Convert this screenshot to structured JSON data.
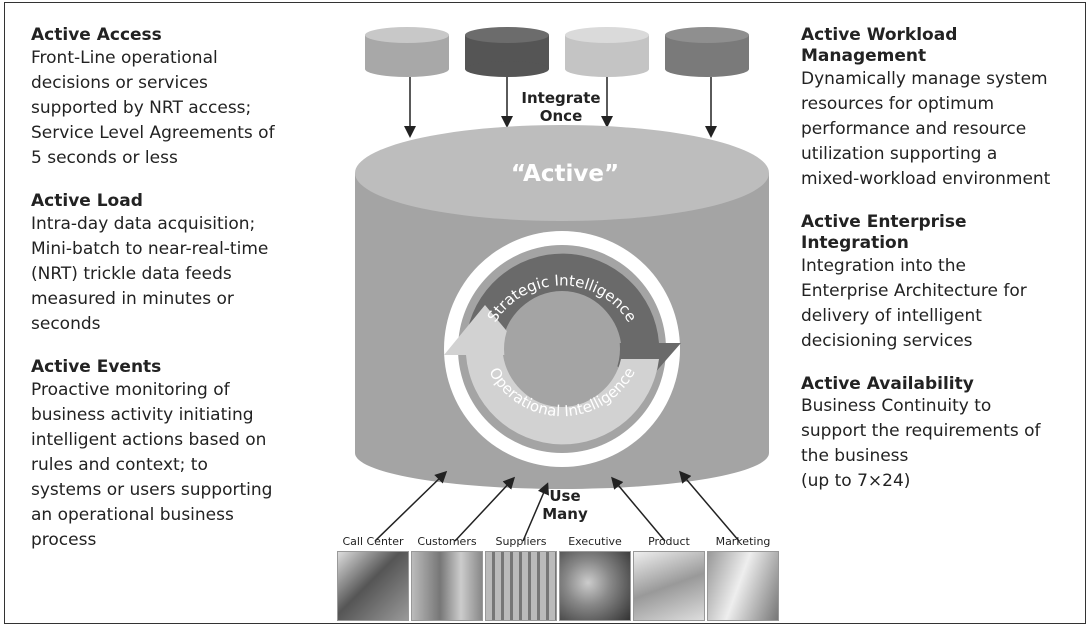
{
  "left_column": [
    {
      "title": "Active Access",
      "text": "Front-Line operational\ndecisions or services\nsupported by NRT access;\nService Level Agreements of\n5 seconds or less"
    },
    {
      "title": "Active Load",
      "text": "Intra-day data acquisition;\nMini-batch to near-real-time\n(NRT) trickle data feeds\nmeasured in minutes or\nseconds"
    },
    {
      "title": "Active Events",
      "text": "Proactive monitoring of\nbusiness activity initiating\nintelligent actions based on\nrules and context; to\nsystems or users supporting\nan operational business\nprocess"
    }
  ],
  "right_column": [
    {
      "title": "Active Workload\nManagement",
      "text": "Dynamically manage system\nresources for optimum\nperformance and resource\nutilization supporting a\nmixed-workload environment"
    },
    {
      "title": "Active Enterprise\nIntegration",
      "text": "Integration into the\nEnterprise Architecture for\ndelivery of intelligent\ndecisioning services"
    },
    {
      "title": "Active Availability",
      "text": "Business Continuity to\nsupport the requirements of\nthe business\n(up to 7×24)"
    }
  ],
  "diagram": {
    "top_label": "Integrate\nOnce",
    "center_label": "“Active”",
    "ring_top": "Strategic Intelligence",
    "ring_bottom": "Operational Intelligence",
    "bottom_label": "Use\nMany",
    "users": [
      "Call Center",
      "Customers",
      "Suppliers",
      "Executive",
      "Product",
      "Marketing"
    ],
    "colors": {
      "source_db_1": "#a8a8a8",
      "source_db_2": "#555555",
      "source_db_3": "#c4c4c4",
      "source_db_4": "#7a7a7a",
      "cylinder": "#a4a4a4",
      "cylinder_top": "#bdbdbd"
    }
  }
}
